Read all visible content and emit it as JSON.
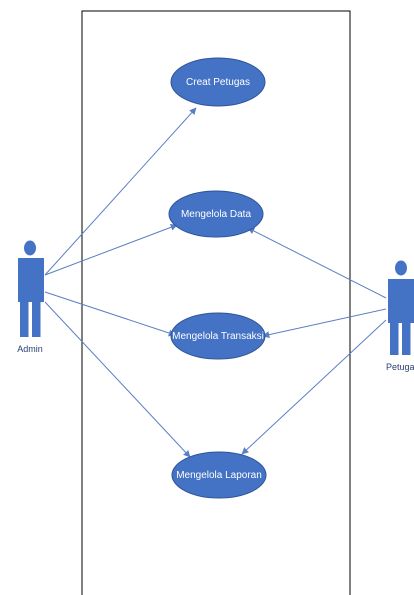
{
  "colors": {
    "usecase_fill": "#4472C4",
    "usecase_stroke": "#2F5597",
    "actor": "#4472C4",
    "line": "#5B7FC4",
    "boundary": "#000000"
  },
  "actors": {
    "admin": {
      "label": "Admin"
    },
    "petugas": {
      "label": "Petugas"
    }
  },
  "use_cases": {
    "creat_petugas": {
      "label": "Creat Petugas"
    },
    "mengelola_data": {
      "label": "Mengelola Data"
    },
    "mengelola_transaksi": {
      "label": "Mengelola Transaksi"
    },
    "mengelola_laporan": {
      "label": "Mengelola Laporan"
    }
  }
}
